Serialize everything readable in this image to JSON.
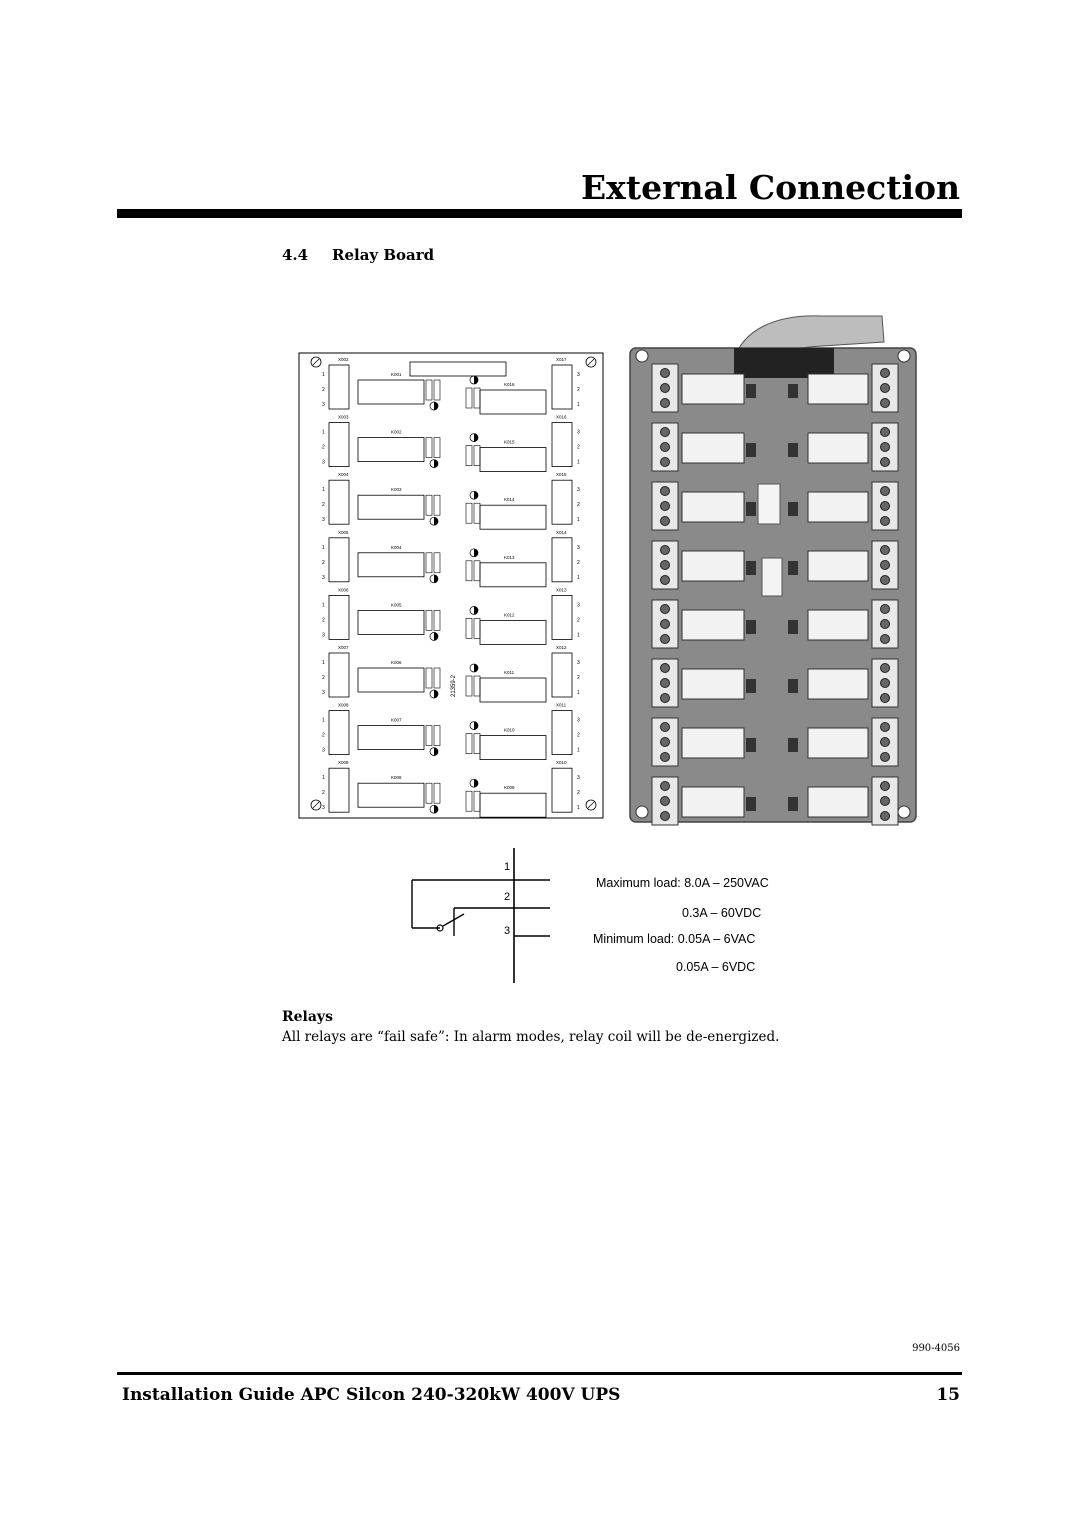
{
  "header": {
    "title": "External Connection"
  },
  "section": {
    "number": "4.4",
    "title": "Relay Board"
  },
  "schematic": {
    "board_code": "21359-2",
    "left_terminals": [
      "X002",
      "X003",
      "X004",
      "X005",
      "X006",
      "X007",
      "X008",
      "X009"
    ],
    "right_terminals": [
      "X017",
      "X016",
      "X015",
      "X014",
      "X013",
      "X012",
      "X011",
      "X010"
    ],
    "left_relays": [
      "K001",
      "K002",
      "K003",
      "K004",
      "K005",
      "K006",
      "K007",
      "K008"
    ],
    "right_relays": [
      "K016",
      "K015",
      "K014",
      "K013",
      "K012",
      "K011",
      "K010",
      "K009"
    ],
    "left_pins": [
      "1",
      "2",
      "3"
    ],
    "right_pins": [
      "3",
      "2",
      "1"
    ]
  },
  "contact_diagram": {
    "pins": [
      "1",
      "2",
      "3"
    ]
  },
  "specs": {
    "max_load": "Maximum load: 8.0A – 250VAC",
    "max_load_dc": "0.3A – 60VDC",
    "min_load": "Minimum load: 0.05A – 6VAC",
    "min_load_dc": "0.05A – 6VDC"
  },
  "relays": {
    "heading": "Relays",
    "text": "All relays are “fail safe”: In alarm modes, relay coil will be de-energized."
  },
  "footer": {
    "doc_number": "990-4056",
    "title": "Installation Guide APC Silcon 240-320kW 400V UPS",
    "page": "15"
  },
  "colors": {
    "ink": "#000000",
    "paper": "#ffffff",
    "board_gray": "#8a8a8a"
  }
}
